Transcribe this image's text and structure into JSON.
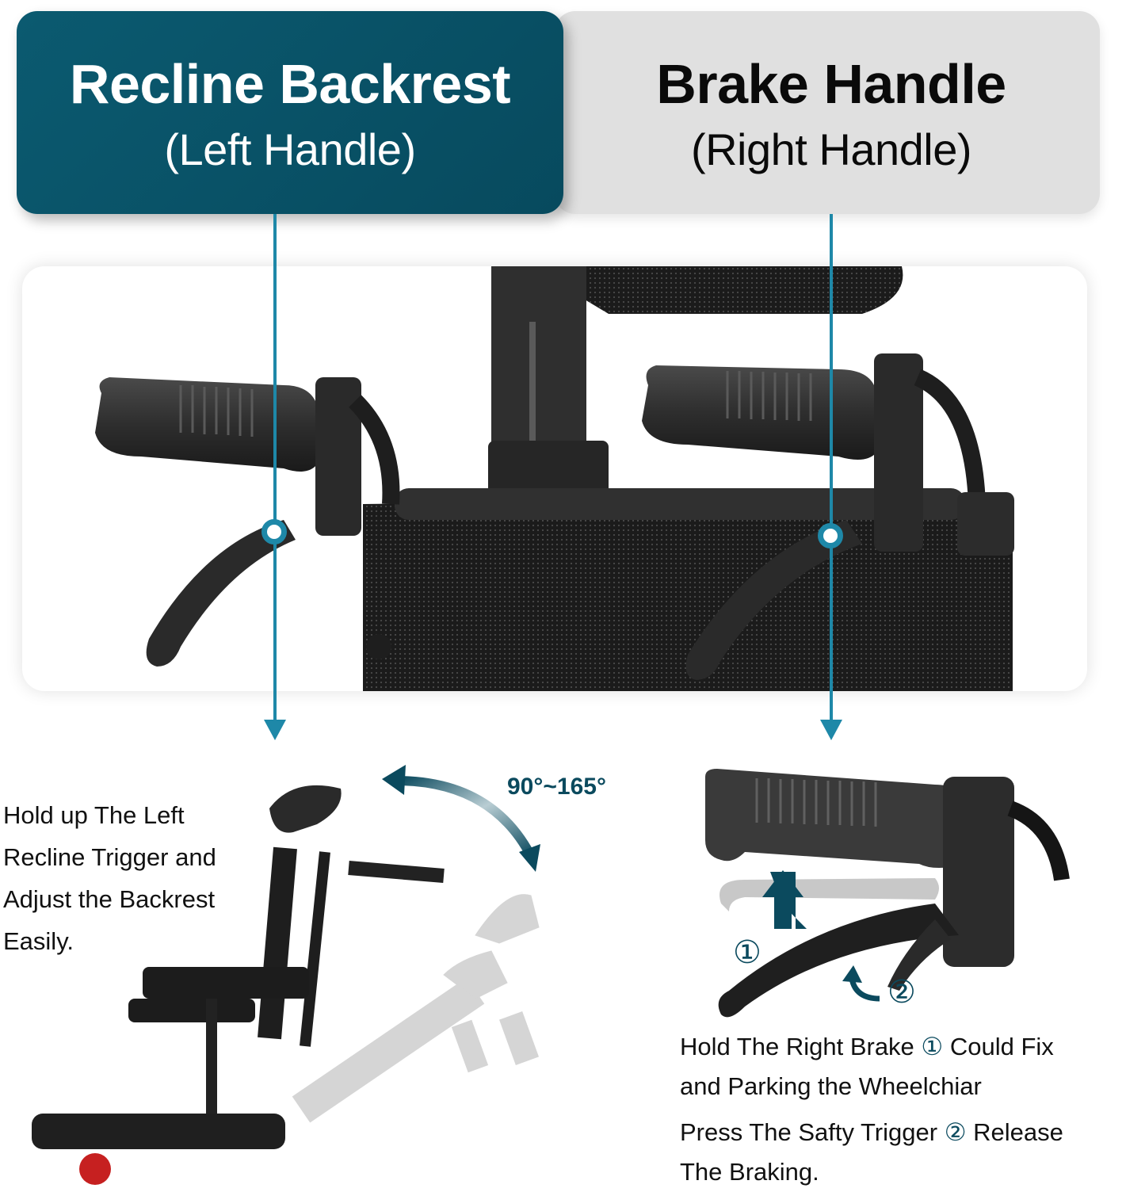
{
  "header": {
    "left_card": {
      "title": "Recline Backrest",
      "subtitle": "(Left Handle)",
      "background": "#074a5e"
    },
    "right_card": {
      "title": "Brake Handle",
      "subtitle": "(Right Handle)",
      "background": "#e0e0e0"
    }
  },
  "photo": {
    "description": "Close-up of wheelchair push handles with recline lever (left) and brake lever (right)"
  },
  "left_section": {
    "description_lines": [
      "Hold up The Left",
      "Recline Trigger and",
      "Adjust the Backrest",
      "Easily."
    ],
    "angle_label": "90°~165°"
  },
  "right_section": {
    "step_markers": [
      "①",
      "②"
    ],
    "line1_a": "Hold The Right Brake ",
    "line1_marker": "①",
    "line1_b": " Could Fix",
    "line2": "and Parking the Wheelchiar",
    "line3_a": "Press The Safty Trigger ",
    "line3_marker": "②",
    "line3_b": " Release",
    "line4": "The Braking."
  },
  "colors": {
    "accent_teal": "#1e88a8",
    "dark_teal": "#0b4a5e",
    "card_gray": "#e0e0e0"
  }
}
